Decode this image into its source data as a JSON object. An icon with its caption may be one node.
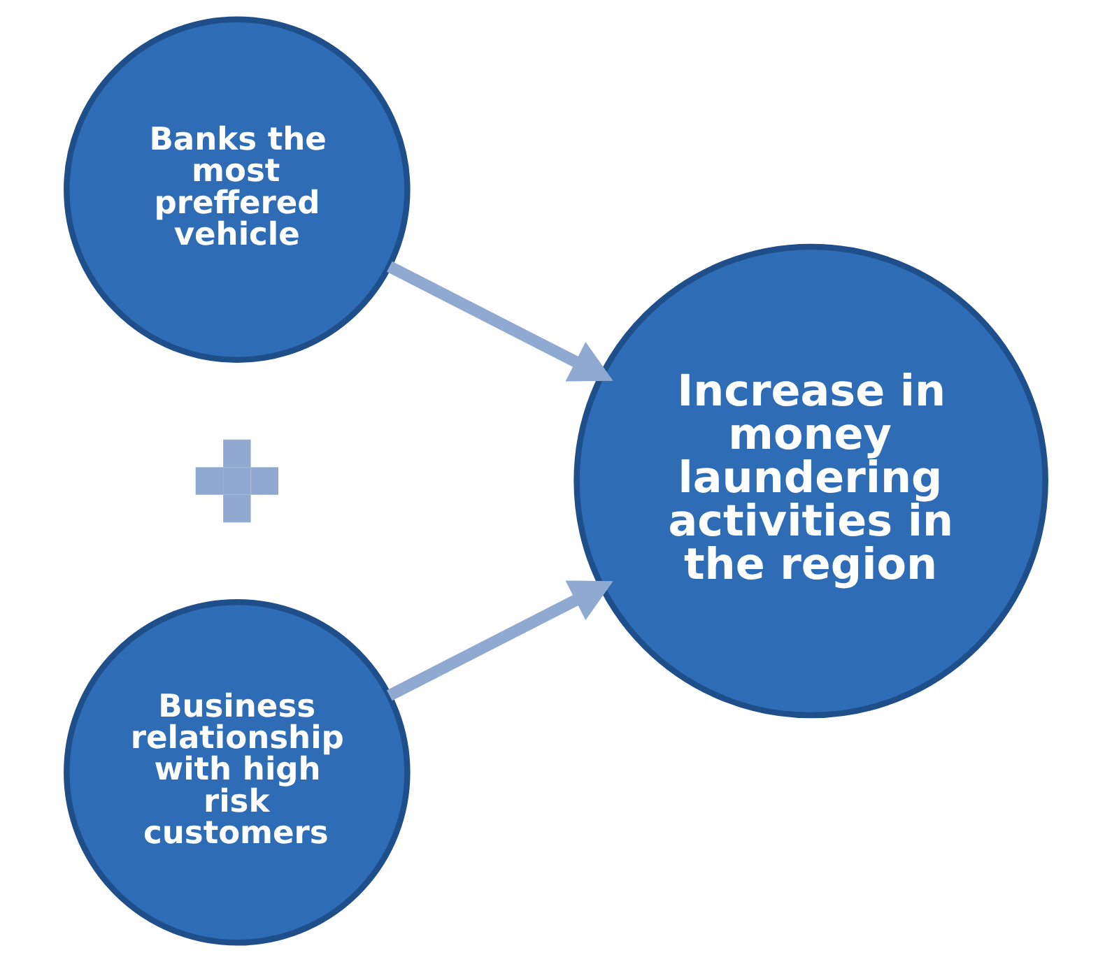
{
  "diagram": {
    "nodes": [
      {
        "text": [
          "Banks the most preffered vehicle"
        ]
      },
      {
        "text": [],
        "shape": "plus"
      },
      {
        "text": [
          "Business relationship with high risk customers"
        ]
      },
      {
        "text": [
          "Increase in money laundering activities in the region"
        ]
      }
    ],
    "edges": [
      {
        "from": 0,
        "to": 3,
        "arrow": "to"
      },
      {
        "from": 2,
        "to": 3,
        "arrow": "to"
      }
    ]
  }
}
